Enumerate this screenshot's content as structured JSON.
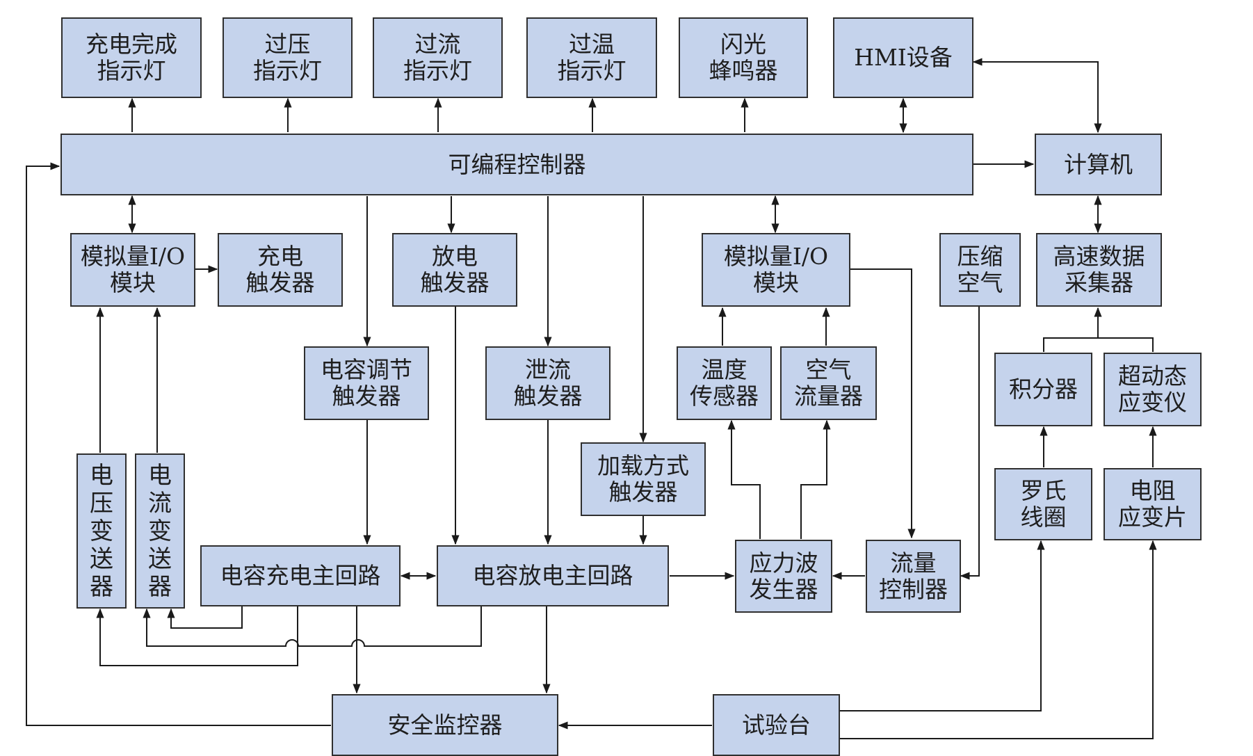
{
  "labels": {
    "charge_done_led": "充电完成\n指示灯",
    "overvoltage_led": "过压\n指示灯",
    "overcurrent_led": "过流\n指示灯",
    "overtemp_led": "过温\n指示灯",
    "flash_buzzer": "闪光\n蜂鸣器",
    "hmi": "HMI设备",
    "plc": "可编程控制器",
    "computer": "计算机",
    "aio_left": "模拟量I/O\n模块",
    "charge_trigger": "充电\n触发器",
    "discharge_trigger": "放电\n触发器",
    "aio_right": "模拟量I/O\n模块",
    "compressed_air": "压缩\n空气",
    "daq": "高速数据\n采集器",
    "cap_adjust_trigger": "电容调节\n触发器",
    "bleed_trigger": "泄流\n触发器",
    "temp_sensor": "温度\n传感器",
    "air_flowmeter": "空气\n流量器",
    "integrator": "积分器",
    "strain_meter": "超动态\n应变仪",
    "load_mode_trigger": "加载方式\n触发器",
    "voltage_transmitter": "电\n压\n变\n送\n器",
    "current_transmitter": "电\n流\n变\n送\n器",
    "rogowski_coil": "罗氏\n线圈",
    "strain_gauge": "电阻\n应变片",
    "charge_circuit": "电容充电主回路",
    "discharge_circuit": "电容放电主回路",
    "stress_wave_gen": "应力波\n发生器",
    "flow_controller": "流量\n控制器",
    "safety_monitor": "安全监控器",
    "test_bench": "试验台"
  },
  "colors": {
    "box_fill": "#c5d3ec",
    "box_border": "#2f2f2f",
    "line": "#1a1a1a"
  }
}
